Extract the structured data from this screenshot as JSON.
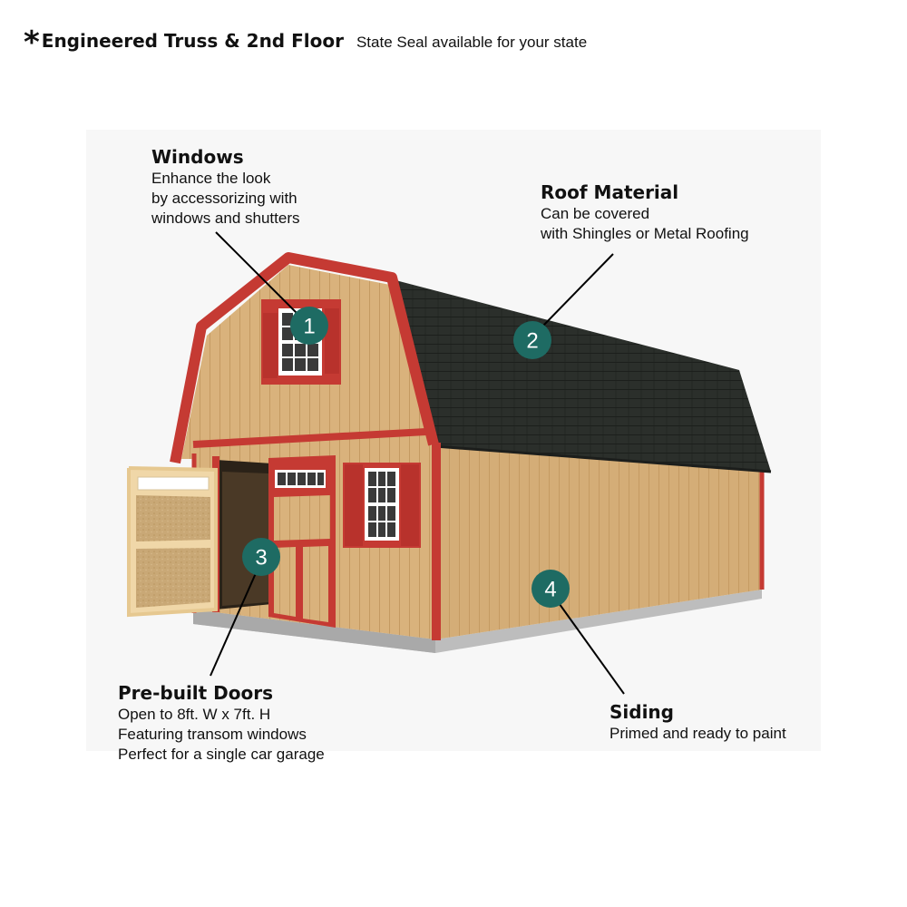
{
  "header": {
    "star": "*",
    "title": "Engineered Truss & 2nd Floor",
    "subtitle": "State Seal available for your state"
  },
  "callouts": {
    "windows": {
      "heading": "Windows",
      "lines": [
        "Enhance the look",
        "by accessorizing with",
        "windows and shutters"
      ],
      "number": "1"
    },
    "roof": {
      "heading": "Roof Material",
      "lines": [
        "Can be covered",
        "with Shingles or Metal Roofing"
      ],
      "number": "2"
    },
    "doors": {
      "heading": "Pre-built Doors",
      "lines": [
        "Open to 8ft. W x 7ft. H",
        "Featuring transom windows",
        "Perfect for a single car garage"
      ],
      "number": "3"
    },
    "siding": {
      "heading": "Siding",
      "lines": [
        "Primed and ready to paint"
      ],
      "number": "4"
    }
  },
  "colors": {
    "badge": "#1e6b63",
    "siding": "#d9b27c",
    "trim": "#c53a33",
    "roof": "#2b2f2b",
    "foundation": "#bdbdbd"
  }
}
